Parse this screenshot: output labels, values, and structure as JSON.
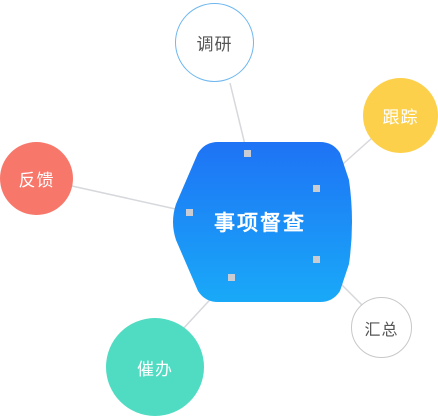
{
  "center": {
    "label": "事项督查"
  },
  "nodes": {
    "diaoyan": "调研",
    "genzong": "跟踪",
    "fankui": "反馈",
    "huizong": "汇总",
    "cuiban": "催办"
  },
  "colors": {
    "hub_top": "#1e73f5",
    "hub_bottom": "#1aa6f7",
    "diaoyan_border": "#6fb7ef",
    "genzong": "#fdd04b",
    "fankui": "#f7776b",
    "huizong_border": "#c8c8c8",
    "cuiban": "#4fdcc2",
    "connector": "#d6d8dc"
  }
}
